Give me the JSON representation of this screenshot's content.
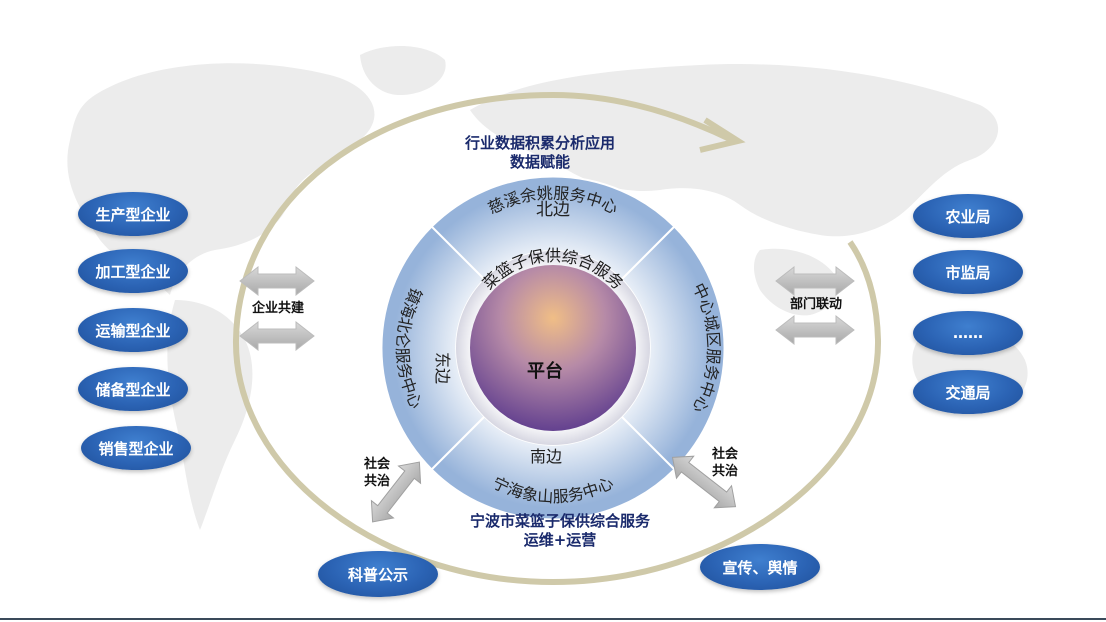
{
  "top_caption": {
    "line1": "行业数据积累分析应用",
    "line2": "数据赋能"
  },
  "bottom_caption": {
    "line1": "宁波市菜篮子保供综合服务",
    "line2": "运维+运营"
  },
  "center": {
    "line1": "菜篮子保供综合服务",
    "line2": "平台"
  },
  "segments": {
    "north": {
      "line1": "北边",
      "line2": "慈溪余姚服务中心"
    },
    "south": {
      "line1": "南边",
      "line2": "宁海象山服务中心"
    },
    "east": {
      "line1": "东边",
      "line2": "镇海北仑服务中心"
    },
    "west": {
      "line1": "中心城区服务中心"
    }
  },
  "left_pills": [
    "生产型企业",
    "加工型企业",
    "运输型企业",
    "储备型企业",
    "销售型企业"
  ],
  "right_pills": [
    "农业局",
    "市监局",
    "……",
    "交通局"
  ],
  "bottom_pills": {
    "left": "科普公示",
    "right": "宣传、舆情"
  },
  "arrow_labels": {
    "left": "企业共建",
    "right": "部门联动",
    "bottom_left": {
      "line1": "社会",
      "line2": "共治"
    },
    "bottom_right": {
      "line1": "社会",
      "line2": "共治"
    }
  },
  "colors": {
    "pill_blue": "#2b63b4",
    "ring_beige": "#cfc9a9",
    "segment_blue": "#9fb9dc",
    "center_purple": "#7a4f9a",
    "center_orange": "#e8b07a",
    "caption_navy": "#1a2a6c"
  }
}
